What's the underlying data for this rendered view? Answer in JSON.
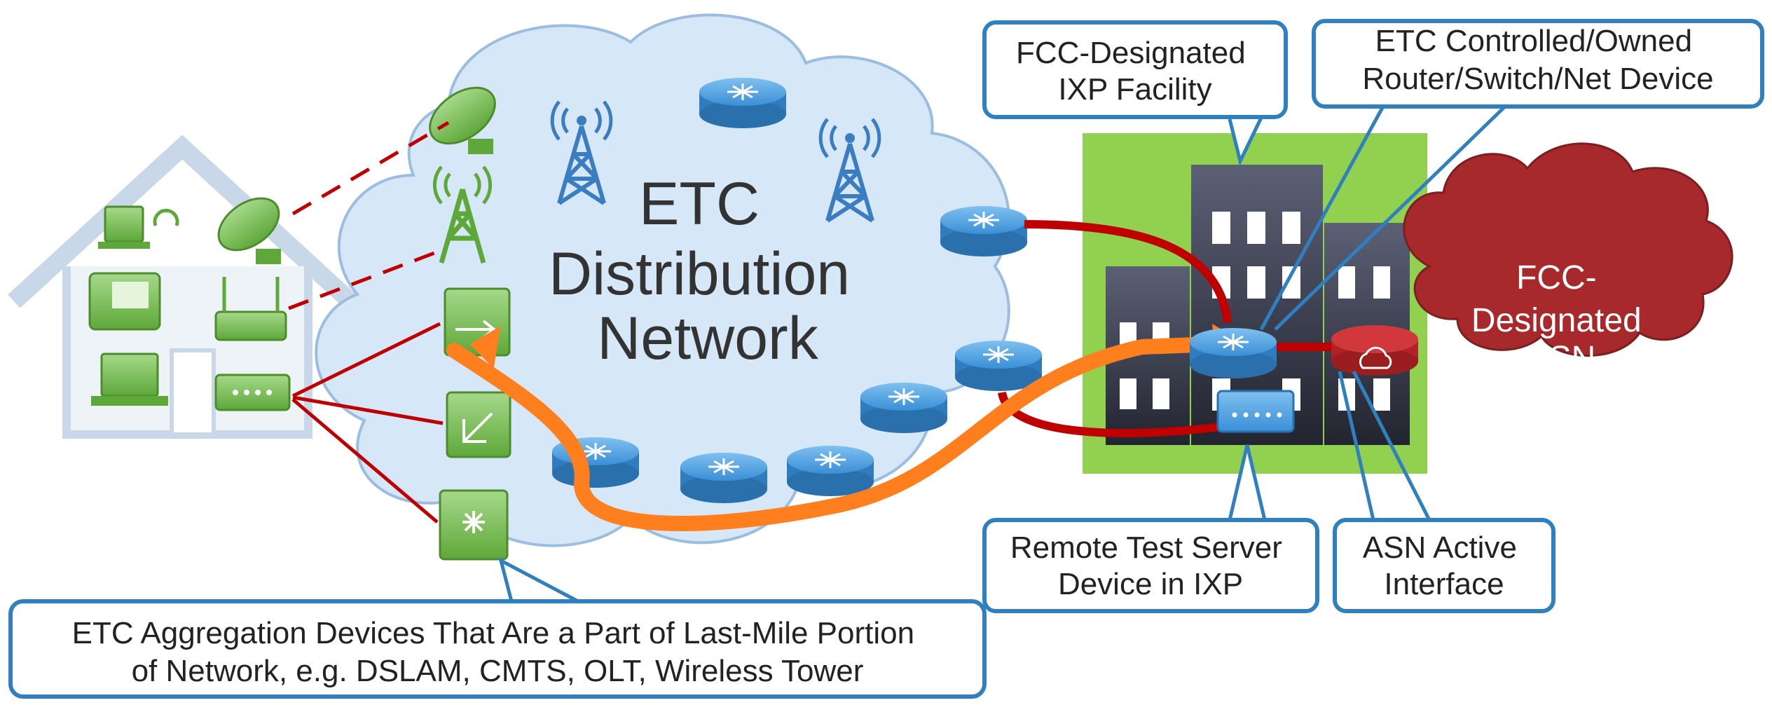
{
  "diagram": {
    "cloud_title": [
      "ETC",
      "Distribution",
      "Network"
    ],
    "asn_cloud_label": [
      "FCC-",
      "Designated",
      "ASN"
    ],
    "callouts": {
      "ixp_facility": [
        "FCC-Designated",
        "IXP Facility"
      ],
      "etc_device": [
        "ETC Controlled/Owned",
        "Router/Switch/Net Device"
      ],
      "remote_test_server": [
        "Remote Test Server",
        "Device in IXP"
      ],
      "asn_interface": [
        "ASN Active",
        "Interface"
      ],
      "aggregation": [
        "ETC Aggregation Devices That Are a Part of Last-Mile Portion",
        "of Network, e.g. DSLAM, CMTS, OLT, Wireless Tower"
      ]
    },
    "colors": {
      "cloud_fill": "#d6e8f8",
      "cloud_stroke": "#9bbde0",
      "callout_border": "#2e80c0",
      "red_link": "#c00000",
      "orange_path": "#ff7f1e",
      "green_device": "#7ec25a",
      "router_blue": "#3a8fd6",
      "ixp_green": "#92d050",
      "asn_cloud": "#a8292c",
      "building_dark": "#2f3142",
      "house_outline": "#c8d8e8"
    },
    "icons": [
      "satellite-dish-icon",
      "cell-tower-icon",
      "router-icon",
      "laptop-icon",
      "phone-icon",
      "modem-icon",
      "switch-icon",
      "server-icon",
      "building-icon",
      "cloud-router-icon"
    ]
  }
}
